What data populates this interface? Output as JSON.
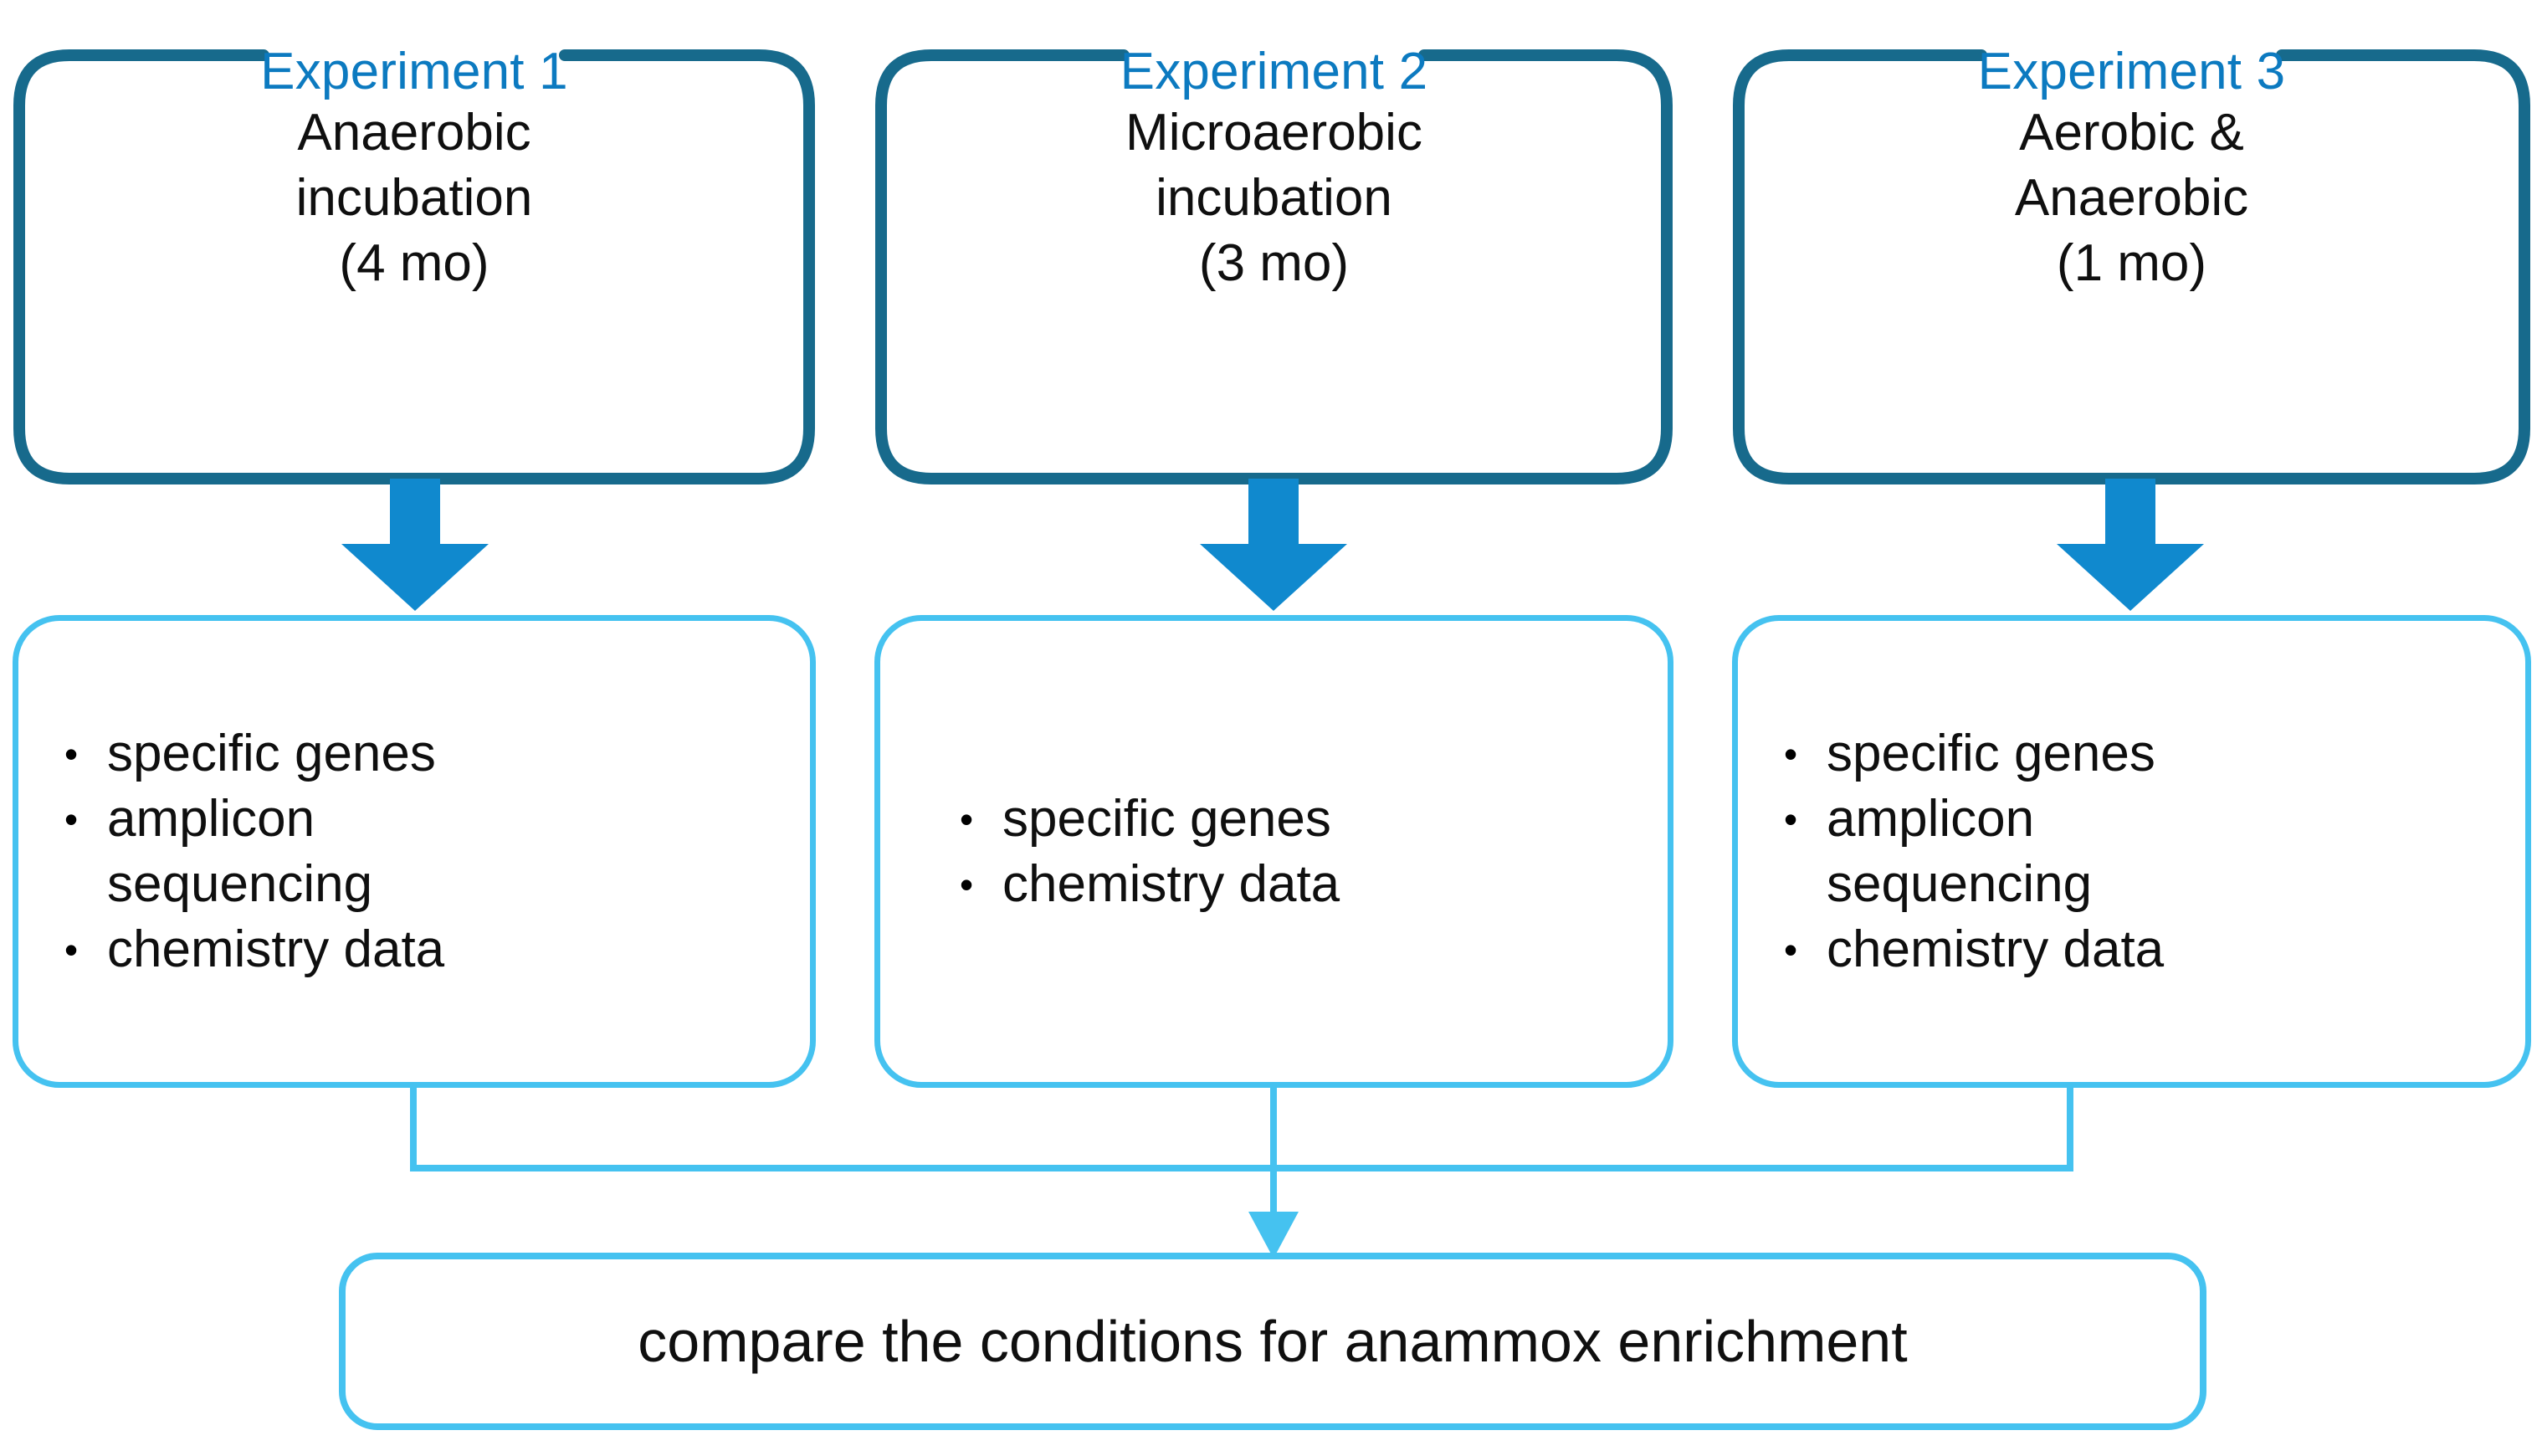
{
  "diagram": {
    "title": "Experimental design flowchart for anammox enrichment",
    "colors": {
      "title_blue": "#0C7AC0",
      "top_box_border": "#176A8C",
      "result_box_border": "#45C2F0",
      "block_arrow": "#1089CE",
      "connector": "#45C2F0",
      "text": "#0f0f0f",
      "background": "#ffffff"
    }
  },
  "experiments": [
    {
      "title": "Experiment 1",
      "condition_lines": [
        "Anaerobic",
        "incubation",
        "(4 mo)"
      ],
      "condition": "Anaerobic incubation (4 mo)",
      "duration": "4 mo",
      "arrow_icon": "down-block-arrow",
      "outputs": [
        {
          "lines": [
            "specific genes"
          ]
        },
        {
          "lines": [
            "amplicon",
            "sequencing"
          ]
        },
        {
          "lines": [
            "chemistry data"
          ]
        }
      ]
    },
    {
      "title": "Experiment 2",
      "condition_lines": [
        "Microaerobic",
        "incubation",
        "(3 mo)"
      ],
      "condition": "Microaerobic incubation (3 mo)",
      "duration": "3 mo",
      "arrow_icon": "down-block-arrow",
      "outputs": [
        {
          "lines": [
            "specific genes"
          ]
        },
        {
          "lines": [
            "chemistry data"
          ]
        }
      ]
    },
    {
      "title": "Experiment 3",
      "condition_lines": [
        "Aerobic &",
        "Anaerobic",
        "(1 mo)"
      ],
      "condition": "Aerobic & Anaerobic (1 mo)",
      "duration": "1 mo",
      "arrow_icon": "down-block-arrow",
      "outputs": [
        {
          "lines": [
            "specific genes"
          ]
        },
        {
          "lines": [
            "amplicon",
            "sequencing"
          ]
        },
        {
          "lines": [
            "chemistry data"
          ]
        }
      ]
    }
  ],
  "bullet_glyph": "•",
  "merge_arrow_icon": "down-line-arrow",
  "conclusion": {
    "text": "compare the conditions for anammox enrichment"
  }
}
